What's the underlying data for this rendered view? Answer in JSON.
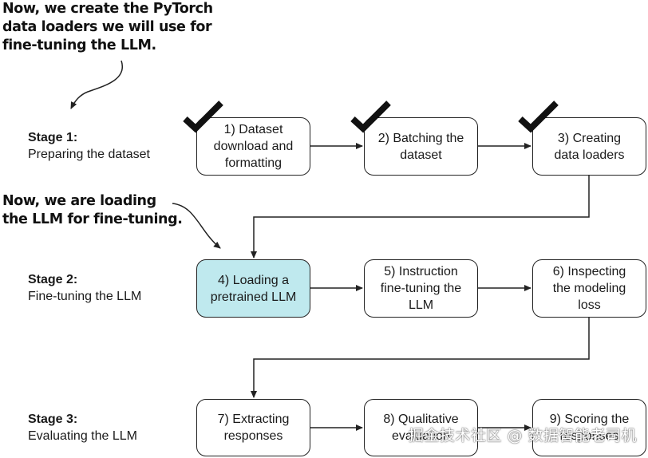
{
  "annotations": {
    "top": "Now, we create the PyTorch\ndata loaders we will use for\nfine-tuning the LLM.",
    "middle": "Now, we are loading\nthe LLM for fine-tuning."
  },
  "stages": [
    {
      "name": "Stage 1:",
      "desc": "Preparing the dataset"
    },
    {
      "name": "Stage 2:",
      "desc": "Fine-tuning the LLM"
    },
    {
      "name": "Stage 3:",
      "desc": "Evaluating the LLM"
    }
  ],
  "steps": [
    {
      "label": "1) Dataset\ndownload and\nformatting",
      "completed": true
    },
    {
      "label": "2) Batching the\ndataset",
      "completed": true
    },
    {
      "label": "3) Creating\ndata loaders",
      "completed": true
    },
    {
      "label": "4) Loading a\npretrained LLM",
      "completed": false,
      "highlighted": true
    },
    {
      "label": "5) Instruction\nfine-tuning the\nLLM",
      "completed": false
    },
    {
      "label": "6) Inspecting\nthe modeling\nloss",
      "completed": false
    },
    {
      "label": "7) Extracting\nresponses",
      "completed": false
    },
    {
      "label": "8) Qualitative\nevaluation",
      "completed": false
    },
    {
      "label": "9) Scoring the\nresponses",
      "completed": false
    }
  ],
  "colors": {
    "highlight": "#bfe9ee",
    "stroke": "#222222",
    "check": "#111111"
  },
  "watermark": "掘金技术社区 @ 数据智能老司机"
}
